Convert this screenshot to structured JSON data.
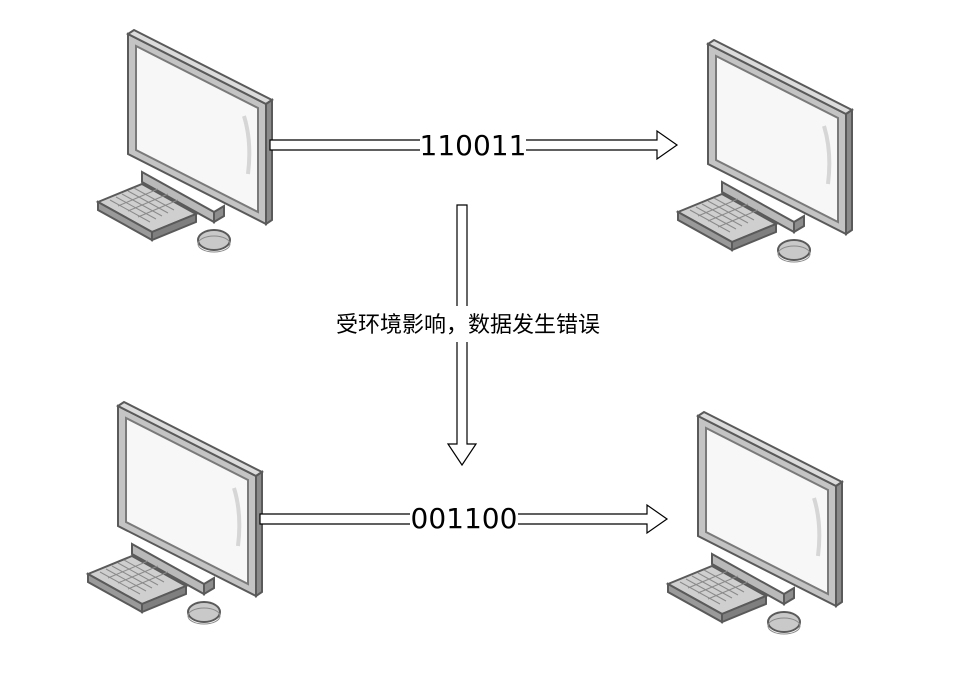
{
  "diagram": {
    "top_signal": "110011",
    "bottom_signal": "001100",
    "error_caption": "受环境影响，数据发生错误"
  },
  "icons": {
    "computer": "desktop-computer-icon"
  },
  "colors": {
    "background": "#ffffff",
    "arrow_stroke": "#000000",
    "arrow_fill": "#ffffff",
    "monitor_frame": "#c4c4c4",
    "monitor_edge": "#5a5a5a",
    "screen": "#f7f7f7"
  }
}
